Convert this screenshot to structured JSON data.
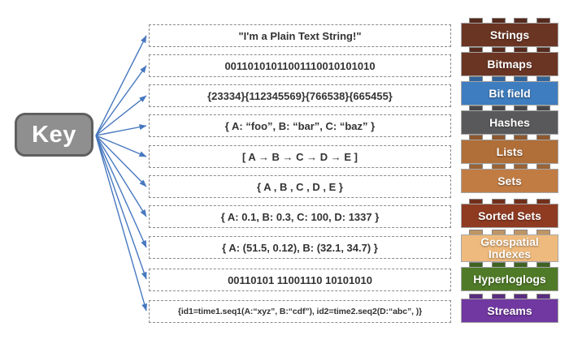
{
  "key": {
    "label": "Key"
  },
  "colors": {
    "arrow": "#4778bf",
    "key_fill": "#8f8f8f",
    "key_border": "#5f5f5f",
    "box_border": "#8a8a8a",
    "value_text": "#333333",
    "brick_border": "#a6a6a6"
  },
  "rows": [
    {
      "label": "Strings",
      "color": "#6b3523",
      "value": "\"I'm a Plain Text String!\""
    },
    {
      "label": "Bitmaps",
      "color": "#6b3523",
      "value": "00110101011001110010101010"
    },
    {
      "label": "Bit field",
      "color": "#3e7dbf",
      "value": "{23334}{112345569}{766538}{665455}"
    },
    {
      "label": "Hashes",
      "color": "#59595b",
      "value": "{ A: “foo”, B: “bar”, C: “baz”  }"
    },
    {
      "label": "Lists",
      "color": "#b06e38",
      "value": "[ A → B → C → D → E ]"
    },
    {
      "label": "Sets",
      "color": "#c17c44",
      "value": "{ A , B , C , D , E }"
    },
    {
      "label": "Sorted Sets",
      "color": "#8e3b22",
      "value": "{ A: 0.1, B: 0.3, C: 100, D: 1337 }"
    },
    {
      "label": "Geospatial Indexes",
      "color": "#efba7d",
      "value": "{ A: (51.5, 0.12), B: (32.1, 34.7)  }"
    },
    {
      "label": "Hyperloglogs",
      "color": "#4f7a28",
      "value": "00110101 11001110 10101010"
    },
    {
      "label": "Streams",
      "color": "#7038a0",
      "value": "{id1=time1.seq1(A:“xyz”, B:“cdf”), id2=time2.seq2(D:“abc”, )}"
    }
  ]
}
